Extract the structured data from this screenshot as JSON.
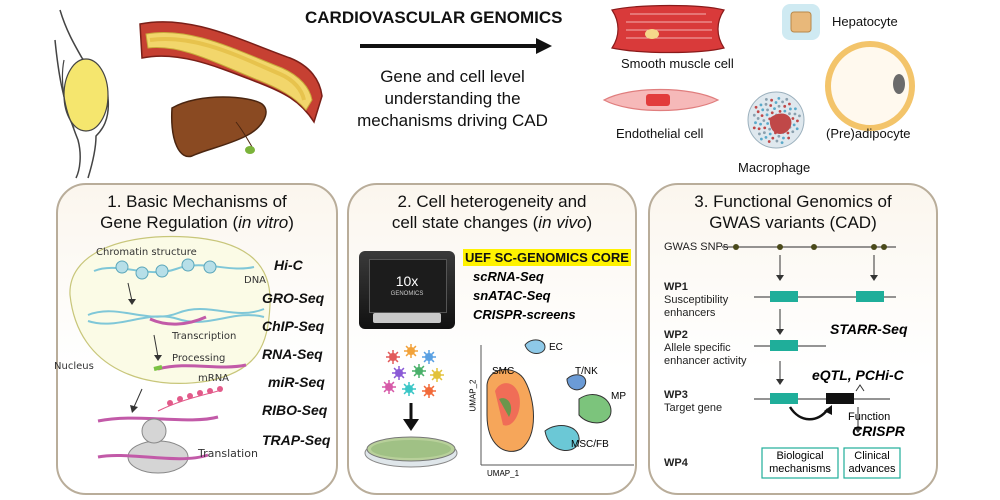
{
  "header": {
    "title": "CARDIOVASCULAR GENOMICS",
    "subtitle_lines": [
      "Gene and cell level",
      "understanding the",
      "mechanisms driving CAD"
    ]
  },
  "cell_types": {
    "smooth_muscle": "Smooth muscle cell",
    "hepatocyte": "Hepatocyte",
    "endothelial": "Endothelial cell",
    "macrophage": "Macrophage",
    "adipocyte": "(Pre)adipocyte"
  },
  "panel1": {
    "title_line1": "1. Basic Mechanisms of",
    "title_line2_main": "Gene Regulation (",
    "title_line2_italic": "in vitro",
    "title_line2_end": ")",
    "labels": {
      "chromatin": "Chromatin structure",
      "dna": "DNA",
      "transcription": "Transcription",
      "processing": "Processing",
      "mrna": "mRNA",
      "nucleus": "Nucleus",
      "translation": "Translation"
    },
    "methods": [
      "Hi-C",
      "GRO-Seq",
      "ChIP-Seq",
      "RNA-Seq",
      "miR-Seq",
      "RIBO-Seq",
      "TRAP-Seq"
    ]
  },
  "panel2": {
    "title_line1": "2. Cell heterogeneity and",
    "title_line2_main": "cell state changes (",
    "title_line2_italic": "in vivo",
    "title_line2_end": ")",
    "device_label": "10x",
    "device_sublabel": "GENOMICS",
    "core_label": "UEF SC-GENOMICS CORE",
    "methods": [
      "scRNA-Seq",
      "snATAC-Seq",
      "CRISPR-screens"
    ],
    "umap": {
      "x_label": "UMAP_1",
      "y_label": "UMAP_2",
      "clusters": [
        "EC",
        "SMC",
        "T/NK",
        "MP",
        "MSC/FB"
      ]
    }
  },
  "panel3": {
    "title_line1": "3. Functional Genomics of",
    "title_line2": "GWAS variants (CAD)",
    "gwas_label": "GWAS SNPs",
    "wp1": {
      "id": "WP1",
      "desc": [
        "Susceptibility",
        "enhancers"
      ]
    },
    "wp2": {
      "id": "WP2",
      "desc": [
        "Allele specific",
        "enhancer activity"
      ],
      "method": "STARR-Seq"
    },
    "wp3": {
      "id": "WP3",
      "desc": [
        "Target gene"
      ],
      "method": "eQTL, PCHi-C",
      "function_label": "Function",
      "function_method": "CRISPR"
    },
    "wp4": {
      "id": "WP4",
      "box1": [
        "Biological",
        "mechanisms"
      ],
      "box2": [
        "Clinical",
        "advances"
      ]
    }
  },
  "colors": {
    "panel_border": "#b9ad9a",
    "enhancer": "#1fae9a",
    "highlight": "#fff200",
    "artery": "#c0392b",
    "plaque": "#f2d66b",
    "liver": "#8a4a22"
  }
}
